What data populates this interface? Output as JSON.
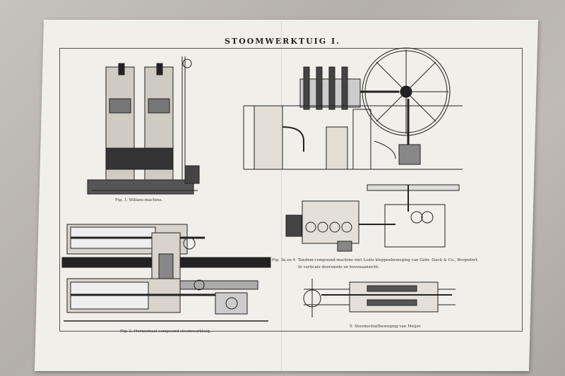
{
  "plate": {
    "title": "STOOMWERKTUIG I.",
    "captions": {
      "fig1": "Fig. 1. Willans-machine.",
      "fig2": "Fig. 2. Horizontaal compound-stoomwerktuig.",
      "fig34_line1": "Fig. 3a en 4. Tandem-compound-machine met Lentz kleppenbeweging van Gebr. Sieck & Co., Bergedorf.",
      "fig34_line2": "In verticale doorsnede en bovenaanzicht.",
      "fig5": "5. Stoomschuifbeweging van Meijer."
    }
  },
  "colors": {
    "paper": "#f1efe9",
    "ink": "#222222",
    "background": "#b9b5b0"
  }
}
